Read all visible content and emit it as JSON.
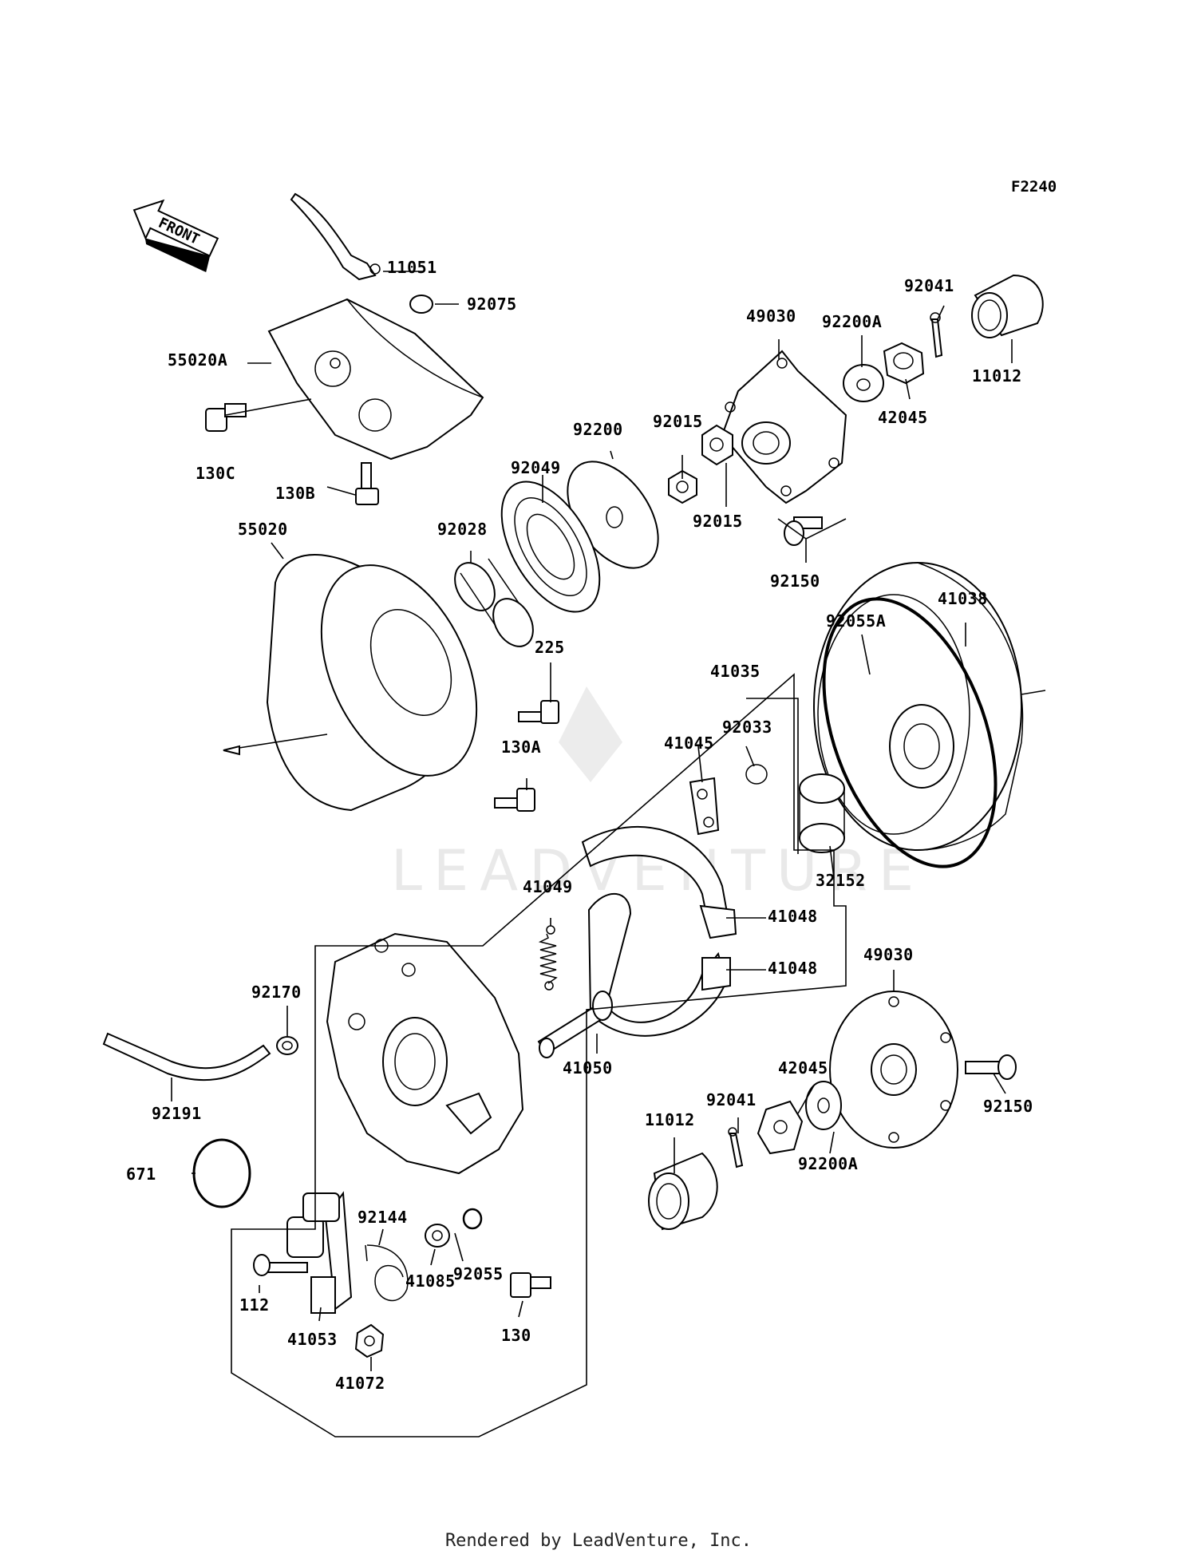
{
  "figure_code": "F2240",
  "front_label": "FRONT",
  "watermark": "LEADVENTURE",
  "footer": "Rendered by LeadVenture, Inc.",
  "parts": {
    "p11051": "11051",
    "p92075": "92075",
    "p55020A": "55020A",
    "p130C": "130C",
    "p130B": "130B",
    "p49030_top": "49030",
    "p92200A_top": "92200A",
    "p92041_top": "92041",
    "p11012_top": "11012",
    "p42045_top": "42045",
    "p92200": "92200",
    "p92015_a": "92015",
    "p92015_b": "92015",
    "p92049": "92049",
    "p92028": "92028",
    "p55020": "55020",
    "p92150_top": "92150",
    "p41038": "41038",
    "p92055A": "92055A",
    "p225": "225",
    "p41035": "41035",
    "p92033": "92033",
    "p41045": "41045",
    "p130A": "130A",
    "p32152": "32152",
    "p41049": "41049",
    "p41048_a": "41048",
    "p41048_b": "41048",
    "p49030_bot": "49030",
    "p92170": "92170",
    "p41050": "41050",
    "p42045_bot": "42045",
    "p92041_bot": "92041",
    "p11012_bot": "11012",
    "p92150_bot": "92150",
    "p92200A_bot": "92200A",
    "p92191": "92191",
    "p671": "671",
    "p92144": "92144",
    "p92055": "92055",
    "p41085": "41085",
    "p112": "112",
    "p130": "130",
    "p41053": "41053",
    "p41072": "41072"
  }
}
